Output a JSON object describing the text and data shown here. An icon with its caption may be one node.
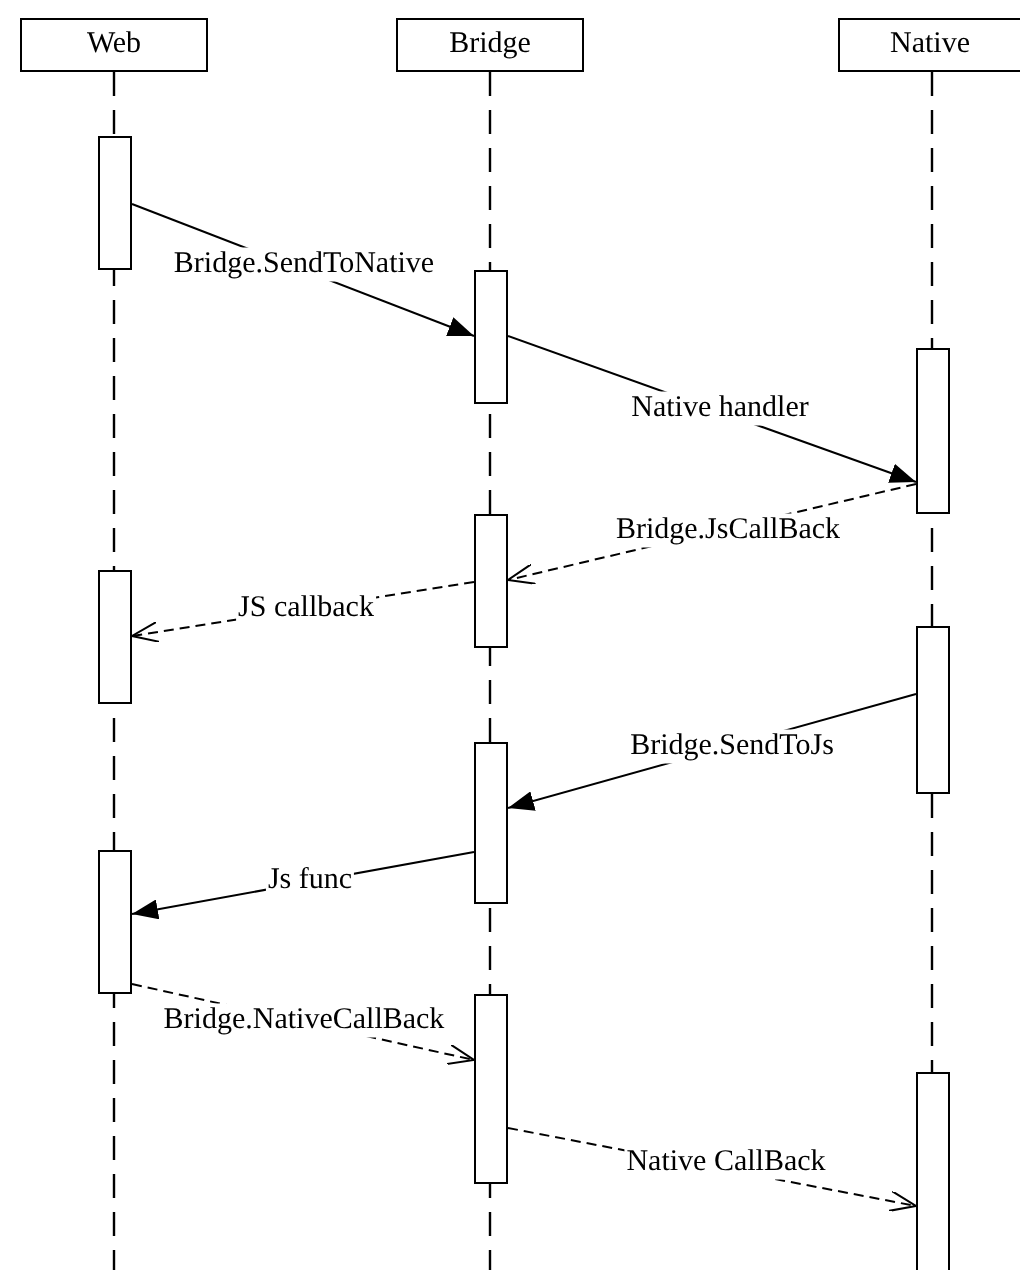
{
  "diagram": {
    "nodes": [
      {
        "text": [
          "Web"
        ]
      },
      {
        "text": [
          "Bridge"
        ]
      },
      {
        "text": [
          "Native"
        ]
      },
      {
        "text": [],
        "shape": "bar"
      },
      {
        "text": [],
        "shape": "bar"
      },
      {
        "text": [],
        "shape": "bar"
      },
      {
        "text": [],
        "shape": "bar"
      },
      {
        "text": [],
        "shape": "bar"
      },
      {
        "text": [],
        "shape": "bar"
      },
      {
        "text": [],
        "shape": "bar"
      },
      {
        "text": [],
        "shape": "bar"
      },
      {
        "text": [],
        "shape": "bar"
      },
      {
        "text": [],
        "shape": "bar"
      }
    ],
    "edges": [
      {
        "from": 3,
        "to": 6,
        "arrow": "to",
        "label": "Bridge.SendToNative"
      },
      {
        "from": 6,
        "to": 10,
        "arrow": "to",
        "label": "Native handler"
      },
      {
        "from": 10,
        "to": 7,
        "arrow": "to",
        "label": "Bridge.JsCallBack",
        "style": "dashed"
      },
      {
        "from": 7,
        "to": 4,
        "arrow": "to",
        "label": "JS callback",
        "style": "dashed"
      },
      {
        "from": 11,
        "to": 8,
        "arrow": "to",
        "label": "Bridge.SendToJs"
      },
      {
        "from": 8,
        "to": 5,
        "arrow": "to",
        "label": "Js func"
      },
      {
        "from": 5,
        "to": 9,
        "arrow": "to",
        "label": "Bridge.NativeCallBack",
        "style": "dashed"
      },
      {
        "from": 9,
        "to": 12,
        "arrow": "to",
        "label": "Native CallBack",
        "style": "dashed"
      }
    ]
  }
}
